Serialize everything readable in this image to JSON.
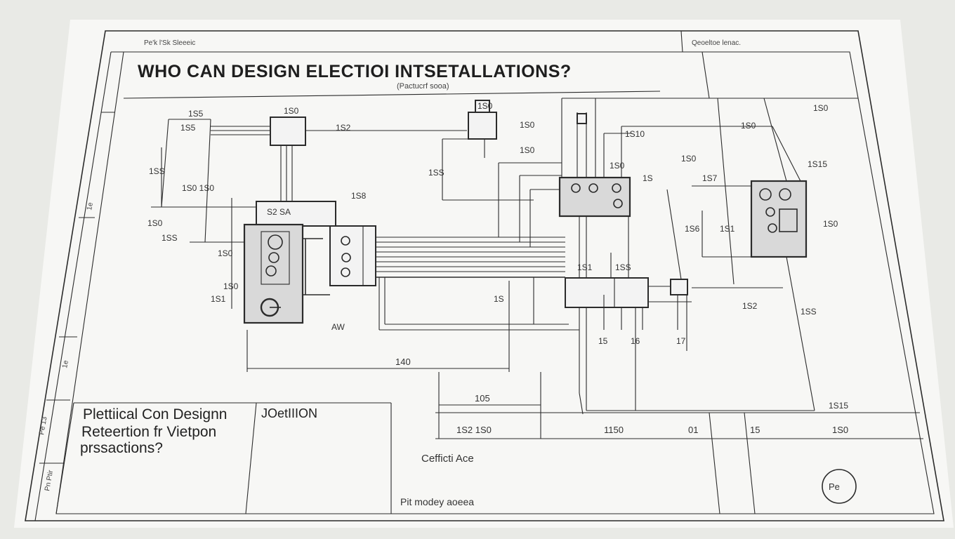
{
  "sheet": {
    "title": "WHO CAN DESIGN ELECTIOI INTSETALLATIONS?",
    "subtitle": "(Pactucrf sooa)",
    "header_left": "Pe'k  l'Sk  Sleeeic",
    "header_right": "Qeoeltoe  lenac."
  },
  "labels": {
    "d1": "1S5",
    "d2": "1S5",
    "d3": "1S0",
    "d4": "1S2",
    "d5": "1SS",
    "d6": "1S0 1S0",
    "d7": "1S8",
    "d8": "1S0",
    "d9": "1SS",
    "d10": "1S0",
    "d11": "1S0",
    "d12": "1S1",
    "d13": "1SS",
    "d14": "1S0",
    "d15": "1S0",
    "d16": "1S0",
    "d17": "1S0",
    "d18": "1S10",
    "d19": "1S",
    "d20": "1S7",
    "d21": "1S15",
    "d22": "1S0",
    "d23": "1S0",
    "d24": "1S0",
    "d25": "1S6",
    "d26": "1S1",
    "d27": "1S0",
    "box_label": "S2 SA",
    "dim_140": "140",
    "dim_105": "105",
    "dim_1s2": "1S2  1S0",
    "dim_1150": "1150",
    "dim_01": "01",
    "dim_15": "15",
    "dim_1s0b": "1S0",
    "dim_1s5b": "1S15",
    "d_aw": "AW",
    "d_15": "15",
    "d_16": "16",
    "d_17": "17",
    "d_1s": "1S",
    "d_1s2": "1S2",
    "d_1ss": "1SS",
    "d_1s1": "1S1",
    "d_1sa": "1SS"
  },
  "title_block": {
    "description_lines": [
      "Plettiical Con Designn",
      "Reteertion fr Vietpon",
      "prssactions?"
    ],
    "job_label": "JOetIIION",
    "cert_label": "Cefficti Ace",
    "footer": "Pit modey  aoeea",
    "side_a": "Pe 13",
    "side_b": "Pn Ptir",
    "side_c": "1e",
    "side_d": "1e",
    "side_e": "Pe"
  }
}
